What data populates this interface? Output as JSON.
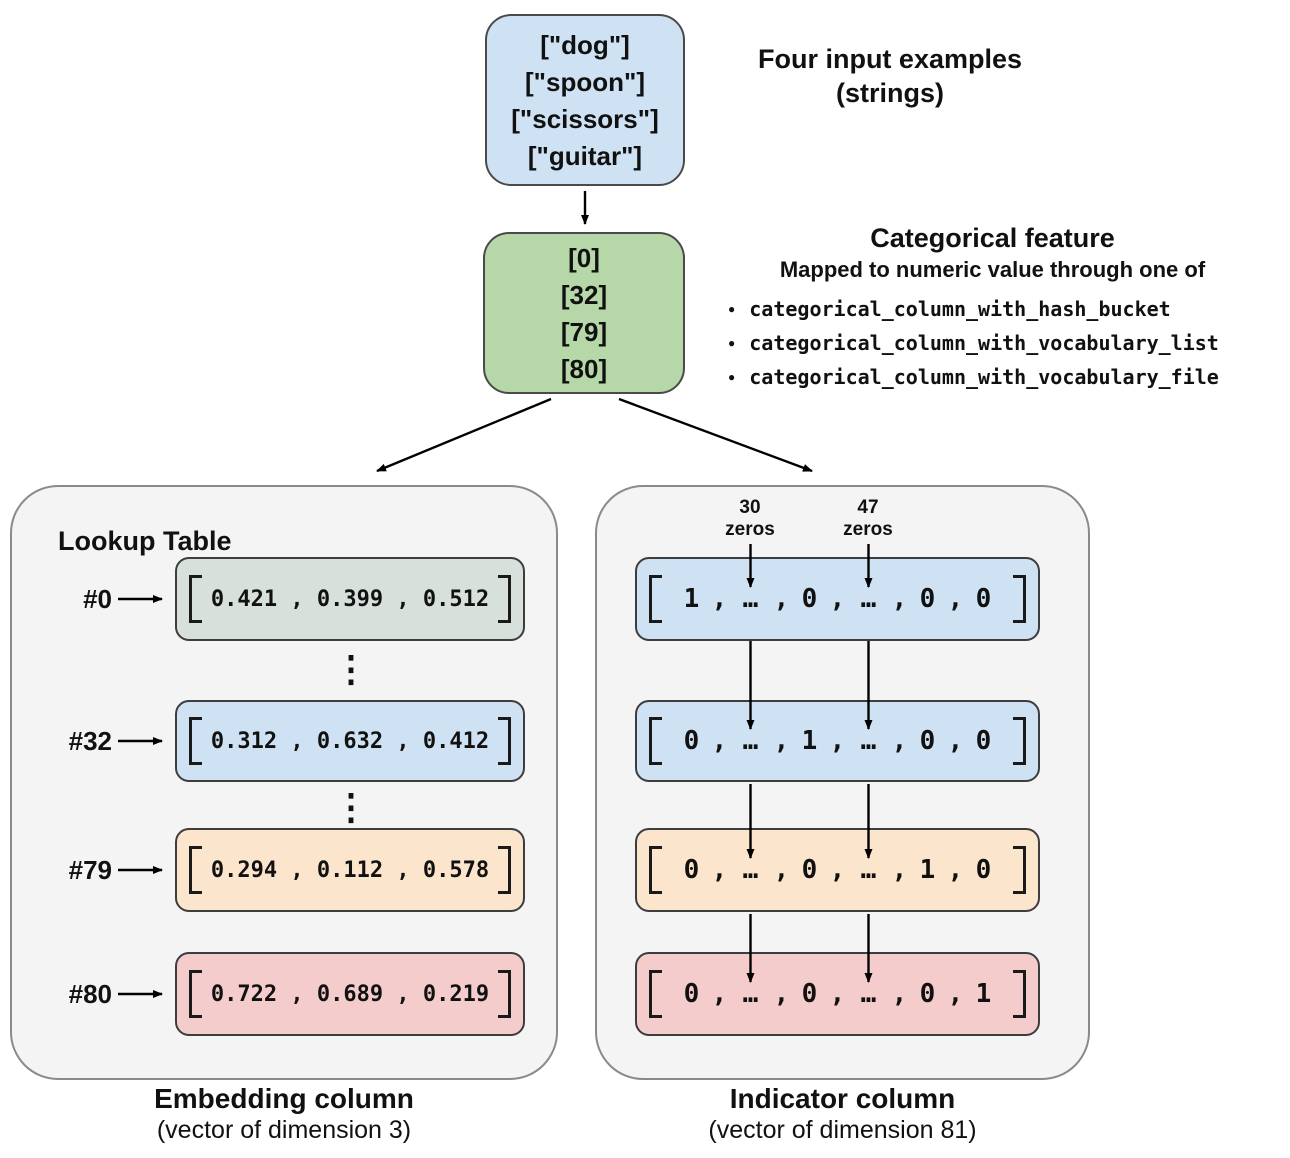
{
  "colors": {
    "container_bg": "#f4f4f4"
  },
  "input_box": {
    "color": "#cfe2f3",
    "lines": [
      "[\"dog\"]",
      "[\"spoon\"]",
      "[\"scissors\"]",
      "[\"guitar\"]"
    ]
  },
  "input_label": {
    "line1": "Four input examples",
    "line2": "(strings)"
  },
  "categorical_box": {
    "color": "#b6d7a8",
    "lines": [
      "[0]",
      "[32]",
      "[79]",
      "[80]"
    ]
  },
  "categorical_label": {
    "title": "Categorical feature",
    "subtitle": "Mapped to numeric value through one of",
    "options": [
      "categorical_column_with_hash_bucket",
      "categorical_column_with_vocabulary_list",
      "categorical_column_with_vocabulary_file"
    ]
  },
  "lookup_table": {
    "title": "Lookup Table",
    "ellipsis": "⋮",
    "rows": [
      {
        "index": "#0",
        "values": "0.421 , 0.399 , 0.512",
        "color": "#d7e0da"
      },
      {
        "index": "#32",
        "values": "0.312 , 0.632 , 0.412",
        "color": "#cfe2f3"
      },
      {
        "index": "#79",
        "values": "0.294 , 0.112 , 0.578",
        "color": "#fce5cd"
      },
      {
        "index": "#80",
        "values": "0.722 , 0.689 , 0.219",
        "color": "#f4cccc"
      }
    ],
    "caption_title": "Embedding column",
    "caption_sub": "(vector of dimension 3)"
  },
  "indicator": {
    "separator": ",",
    "zero_labels": [
      {
        "count": "30",
        "word": "zeros"
      },
      {
        "count": "47",
        "word": "zeros"
      }
    ],
    "rows": [
      {
        "cells": [
          "1",
          "…",
          "0",
          "…",
          "0",
          "0"
        ],
        "color": "#cfe2f3"
      },
      {
        "cells": [
          "0",
          "…",
          "1",
          "…",
          "0",
          "0"
        ],
        "color": "#cfe2f3"
      },
      {
        "cells": [
          "0",
          "…",
          "0",
          "…",
          "1",
          "0"
        ],
        "color": "#fce5cd"
      },
      {
        "cells": [
          "0",
          "…",
          "0",
          "…",
          "0",
          "1"
        ],
        "color": "#f4cccc"
      }
    ],
    "caption_title": "Indicator column",
    "caption_sub": "(vector of dimension 81)"
  }
}
